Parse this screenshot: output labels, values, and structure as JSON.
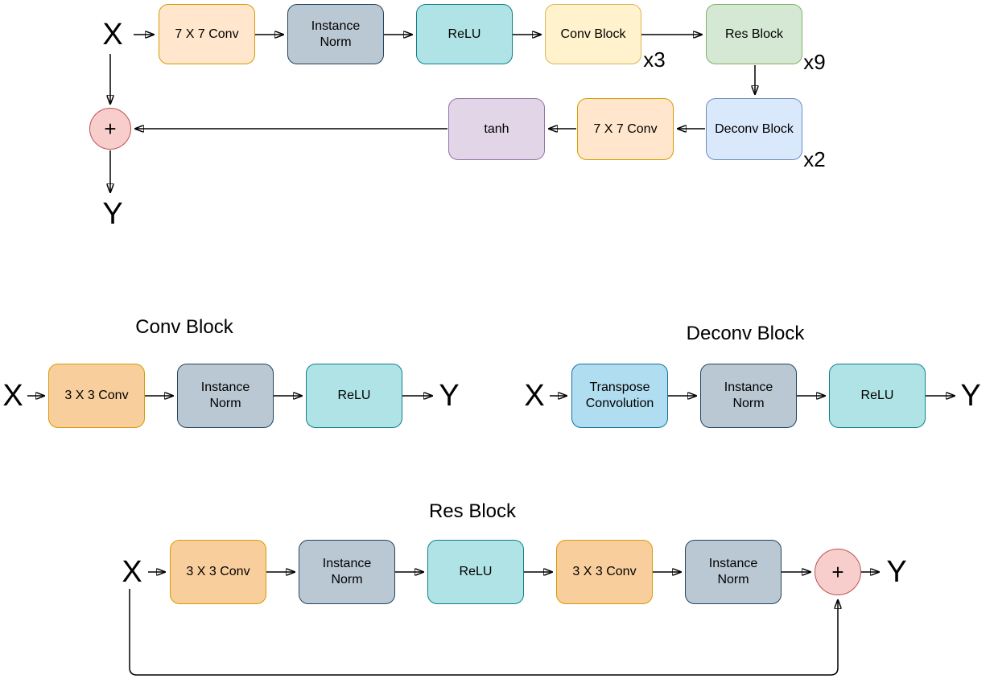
{
  "colors": {
    "conv7": {
      "fill": "#ffe6cc",
      "stroke": "#d79b00"
    },
    "conv3": {
      "fill": "#f8ce9c",
      "stroke": "#d79b00"
    },
    "instance_norm": {
      "fill": "#bac8d3",
      "stroke": "#23445d"
    },
    "relu": {
      "fill": "#b0e3e6",
      "stroke": "#0e8088"
    },
    "conv_block": {
      "fill": "#fff2cc",
      "stroke": "#d6b656"
    },
    "res_block": {
      "fill": "#d5e8d4",
      "stroke": "#82b366"
    },
    "deconv_block": {
      "fill": "#dae8fc",
      "stroke": "#6c8ebf"
    },
    "tanh": {
      "fill": "#e1d5e7",
      "stroke": "#9673a6"
    },
    "transpose_conv": {
      "fill": "#b1ddf0",
      "stroke": "#10739e"
    },
    "add": {
      "fill": "#f8cecc",
      "stroke": "#b85450"
    },
    "arrow": "#000000"
  },
  "generator": {
    "input": "X",
    "output": "Y",
    "conv7_in": "7 X 7 Conv",
    "instance_norm": "Instance\nNorm",
    "relu": "ReLU",
    "conv_block": "Conv Block",
    "conv_block_repeat": "x3",
    "res_block": "Res Block",
    "res_block_repeat": "x9",
    "deconv_block": "Deconv Block",
    "deconv_block_repeat": "x2",
    "conv7_out": "7 X 7 Conv",
    "tanh": "tanh",
    "add": "+"
  },
  "conv_block_detail": {
    "title": "Conv Block",
    "input": "X",
    "conv3": "3 X 3 Conv",
    "instance_norm": "Instance\nNorm",
    "relu": "ReLU",
    "output": "Y"
  },
  "deconv_block_detail": {
    "title": "Deconv Block",
    "input": "X",
    "transpose_conv": "Transpose\nConvolution",
    "instance_norm": "Instance\nNorm",
    "relu": "ReLU",
    "output": "Y"
  },
  "res_block_detail": {
    "title": "Res Block",
    "input": "X",
    "conv3_1": "3 X 3 Conv",
    "instance_norm_1": "Instance\nNorm",
    "relu": "ReLU",
    "conv3_2": "3 X 3 Conv",
    "instance_norm_2": "Instance\nNorm",
    "add": "+",
    "output": "Y"
  }
}
